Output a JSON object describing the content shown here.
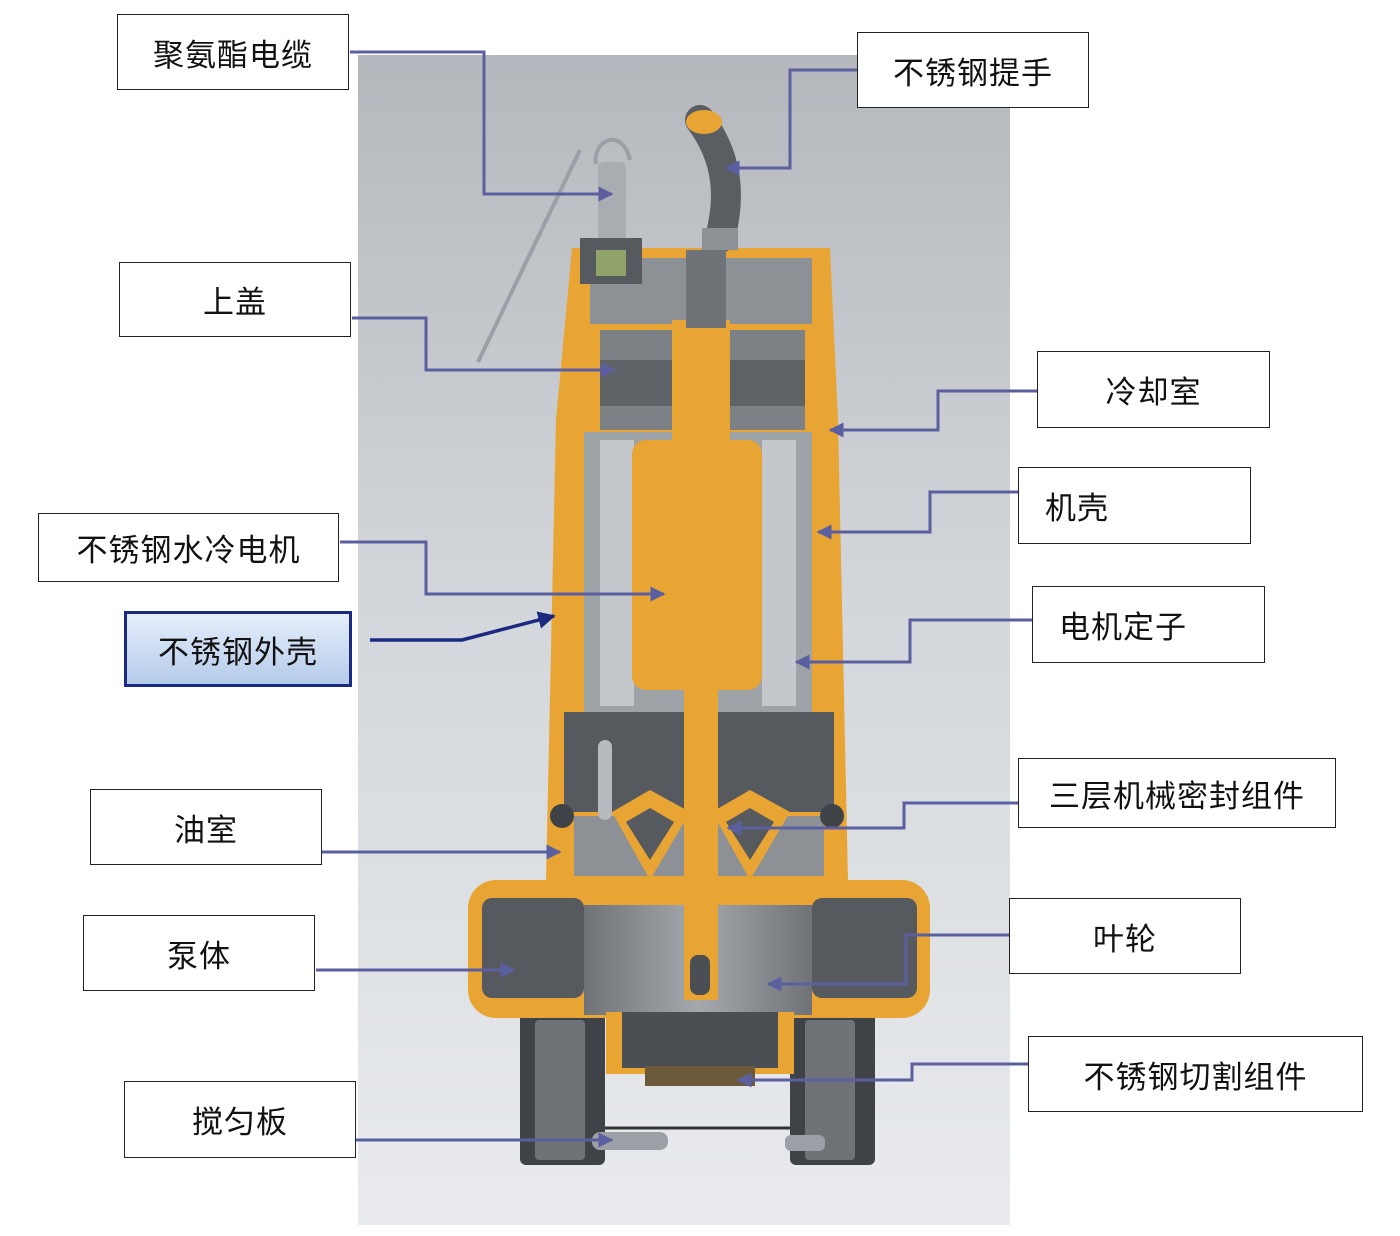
{
  "labels": {
    "polyurethane_cable": "聚氨酯电缆",
    "stainless_handle": "不锈钢提手",
    "top_cover": "上盖",
    "cooling_chamber": "冷却室",
    "motor_housing": "机壳",
    "water_cooled_motor": "不锈钢水冷电机",
    "stainless_shell": "不锈钢外壳",
    "motor_stator": "电机定子",
    "triple_mechanical_seal": "三层机械密封组件",
    "oil_chamber": "油室",
    "pump_body": "泵体",
    "impeller": "叶轮",
    "cutting_assembly": "不锈钢切割组件",
    "stirring_plate": "搅匀板"
  },
  "colors": {
    "casing_orange": "#e8a533",
    "inner_gray": "#8d9196",
    "dark_gray": "#56595e",
    "background_gray": "#cfd3d8",
    "leader_line": "#5b5fa0",
    "highlight_border": "#1b2a80"
  }
}
